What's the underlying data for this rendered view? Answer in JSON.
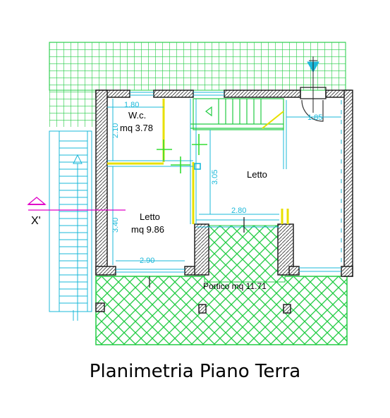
{
  "rooms": {
    "wc_name": "W.c.",
    "wc_area": "mq 3.78",
    "letto_top": "Letto",
    "letto_left_name": "Letto",
    "letto_left_area": "mq 9.86",
    "portico": "Portico mq 11.71"
  },
  "dimensions": {
    "d180": "1.80",
    "d210": "2.10",
    "d185": "1.85",
    "d305": "3.05",
    "d280": "2.80",
    "d340": "3.40",
    "d290": "2.90"
  },
  "section_marker": "X'",
  "caption": "Planimetria Piano Terra",
  "colors": {
    "wall": "#222222",
    "hatch": "#22cc44",
    "dimension": "#1bb8d9",
    "fixture": "#33dd33",
    "door": "#e8e000",
    "section": "#e000c8"
  }
}
